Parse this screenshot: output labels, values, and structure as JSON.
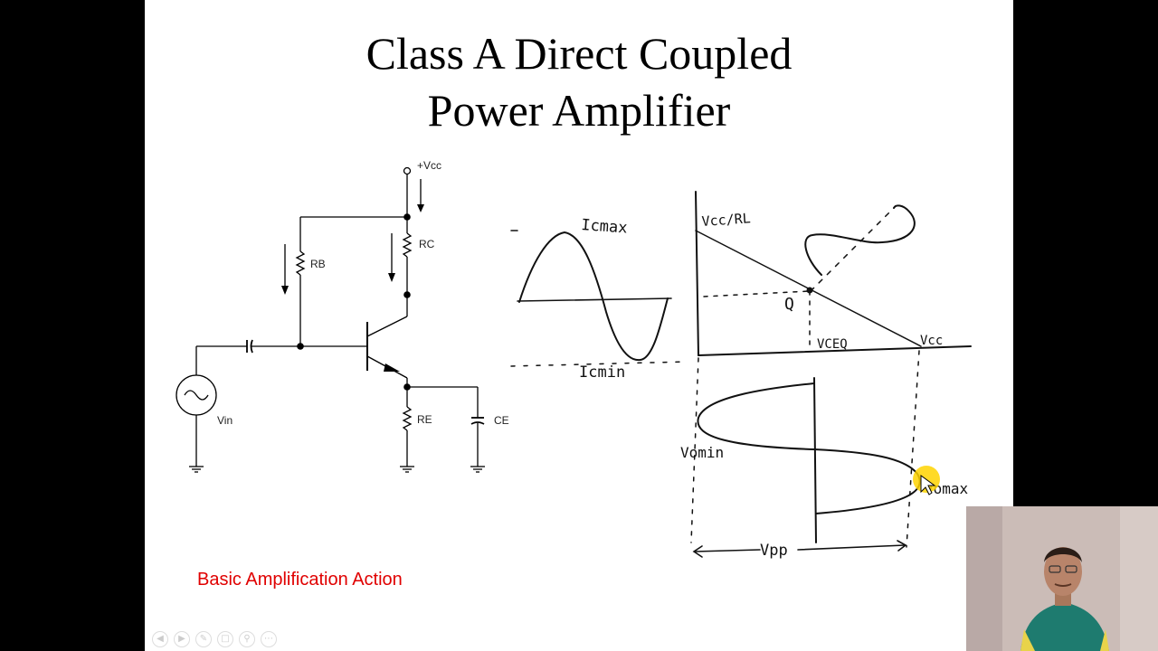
{
  "slide": {
    "title_lines": [
      "Class A Direct Coupled",
      "Power Amplifier"
    ],
    "subtitle": "Basic Amplification Action"
  },
  "circuit": {
    "labels": {
      "vcc": "+Vcc",
      "rb": "RB",
      "rc": "RC",
      "re": "RE",
      "ce": "CE",
      "vin": "Vin"
    }
  },
  "annotations": {
    "icmax": "Icmax",
    "icmin": "Icmin",
    "vcc_rl": "Vcc/RL",
    "q_point": "Q",
    "vceq": "VCEQ",
    "vcc": "Vcc",
    "vomin": "Vomin",
    "vomax": "Vomax",
    "vpp": "Vpp"
  },
  "navigation": {
    "icons": [
      "back-icon",
      "forward-icon",
      "pen-icon",
      "slides-icon",
      "zoom-icon",
      "more-icon"
    ]
  },
  "colors": {
    "subtitle": "#e00000",
    "cursor_highlight": "#ffd400"
  }
}
